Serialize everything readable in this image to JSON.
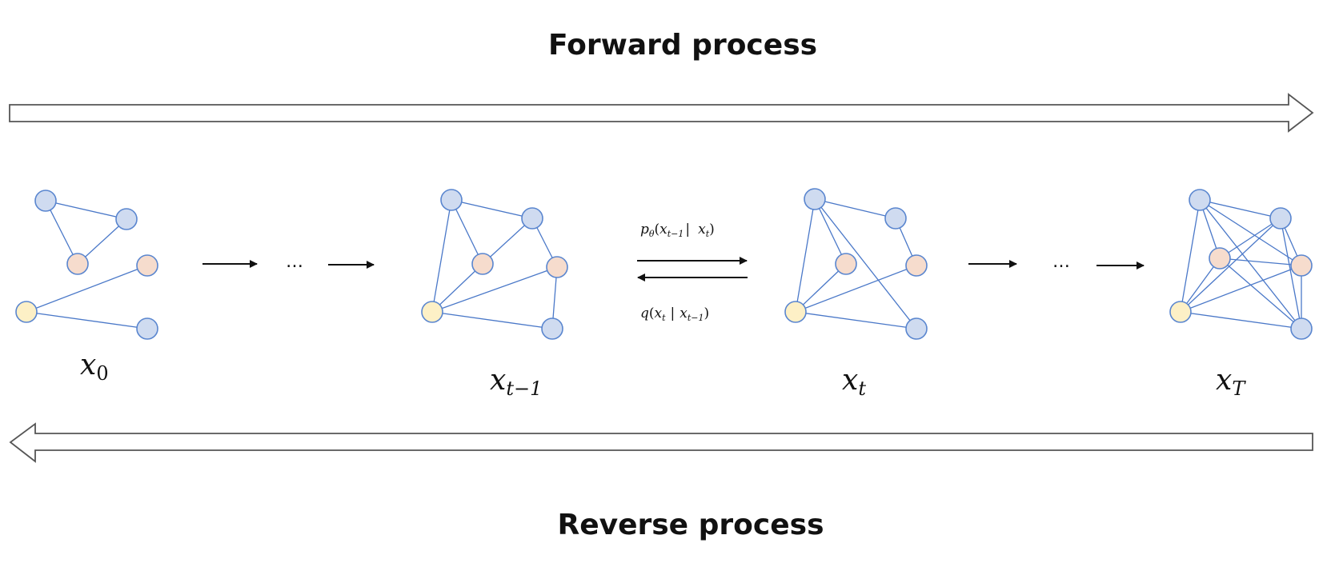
{
  "diagram": {
    "forward_title": "Forward process",
    "reverse_title": "Reverse process",
    "colors": {
      "edge": "#4a78c8",
      "node_blue": "#cfdbf0",
      "node_peach": "#f6dccd",
      "node_yellow": "#fdf0c6",
      "node_stroke": "#5a86cf",
      "big_arrow_stroke": "#555555"
    },
    "labels": {
      "x0": {
        "base": "x",
        "sub": "0"
      },
      "xt_minus_1": {
        "base": "x",
        "sub": "t−1"
      },
      "xt": {
        "base": "x",
        "sub": "t"
      },
      "xT": {
        "base": "x",
        "sub": "T"
      }
    },
    "p_theta": {
      "p": "p",
      "theta": "θ",
      "open": "(",
      "x1": "x",
      "x1_sub": "t−1",
      "bar": "|",
      "x2": "x",
      "x2_sub": "t",
      "close": ")"
    },
    "q": {
      "q": "q",
      "open": "(",
      "x1": "x",
      "x1_sub": "t",
      "bar": "|",
      "x2": "x",
      "x2_sub": "t−1",
      "close": ")"
    },
    "ellipsis": "…"
  }
}
